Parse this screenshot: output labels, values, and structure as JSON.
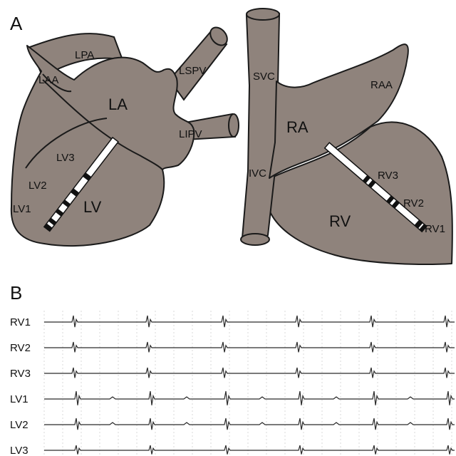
{
  "panel_a": {
    "letter": "A",
    "labels": {
      "lpa": "LPA",
      "laa": "LAA",
      "la": "LA",
      "lspv": "LSPV",
      "lipv": "LIPV",
      "lv": "LV",
      "lv1": "LV1",
      "lv2": "LV2",
      "lv3": "LV3",
      "svc": "SVC",
      "raa": "RAA",
      "ra": "RA",
      "ivc": "IVC",
      "rv": "RV",
      "rv1": "RV1",
      "rv2": "RV2",
      "rv3": "RV3"
    }
  },
  "panel_b": {
    "letter": "B",
    "channels": [
      "RV1",
      "RV2",
      "RV3",
      "LV1",
      "LV2",
      "LV3"
    ]
  },
  "colors": {
    "heart_fill": "#8f837c",
    "outline": "#1a1a1a",
    "trace": "#2b2b2b",
    "grid": "#d9d9d9"
  }
}
